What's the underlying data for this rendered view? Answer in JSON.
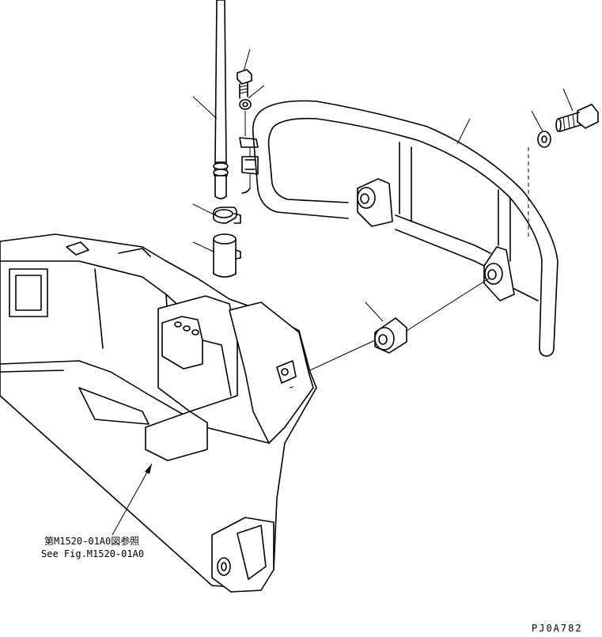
{
  "reference_note": {
    "line1": "第M1520-01A0図参照",
    "line2": "See Fig.M1520-01A0"
  },
  "drawing_code": "PJ0A782"
}
